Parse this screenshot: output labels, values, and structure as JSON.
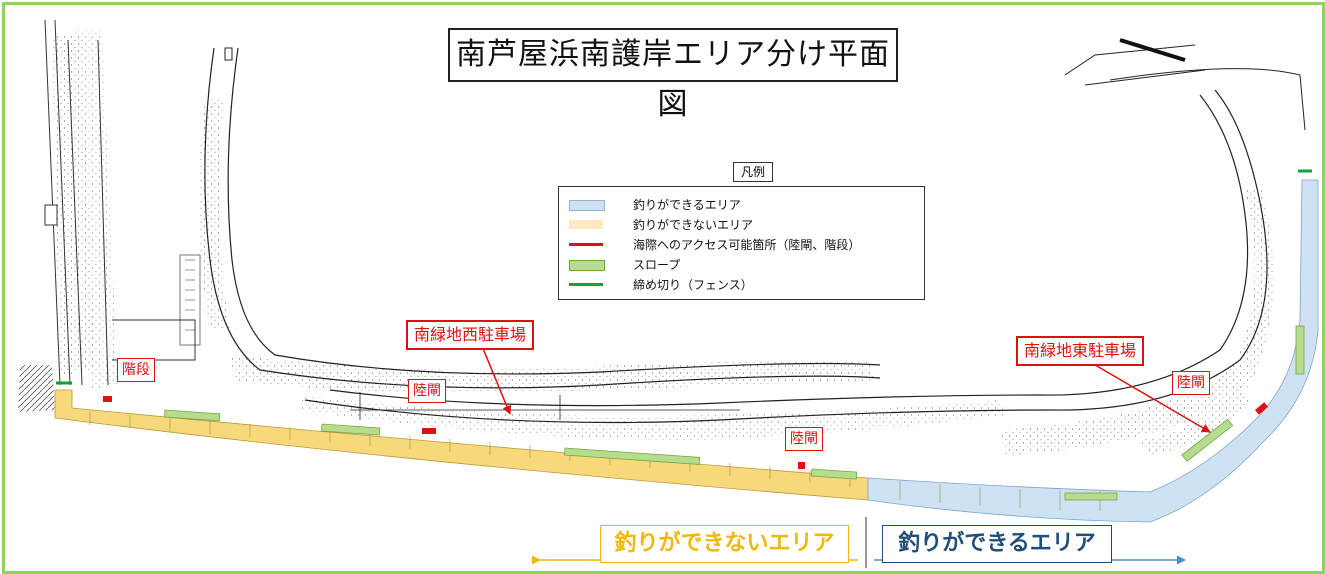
{
  "title": "南芦屋浜南護岸エリア分け平面図",
  "legend": {
    "title": "凡例",
    "items": [
      {
        "label": "釣りができるエリア",
        "color": "#cfe2f3",
        "border": "#8fb4d6",
        "kind": "fill"
      },
      {
        "label": "釣りができないエリア",
        "color": "#fde9c4",
        "border": "#fde9c4",
        "kind": "fill"
      },
      {
        "label": "海際へのアクセス可能箇所（陸閘、階段）",
        "color": "#e01010",
        "kind": "line"
      },
      {
        "label": "スロープ",
        "color": "#b7dc8f",
        "border": "#6fa83a",
        "kind": "fill"
      },
      {
        "label": "締め切り（フェンス）",
        "color": "#12a03c",
        "kind": "line"
      }
    ]
  },
  "callouts": {
    "west_parking": "南緑地西駐車場",
    "east_parking": "南緑地東駐車場",
    "stairs": "階段",
    "gate_west": "陸閘",
    "gate_center": "陸閘",
    "gate_east": "陸閘"
  },
  "areas": {
    "no_fishing": "釣りができないエリア",
    "fishing": "釣りができるエリア"
  },
  "colors": {
    "frame": "#8dd35f",
    "no_fishing_fill": "#f7d97c",
    "fishing_fill": "#cfe2f3",
    "slope": "#b7dc8f",
    "access": "#e01010",
    "fence": "#12a03c",
    "no_fishing_text": "#f2b70a",
    "fishing_text": "#1f4e79",
    "arrow": "#4a90c8"
  }
}
